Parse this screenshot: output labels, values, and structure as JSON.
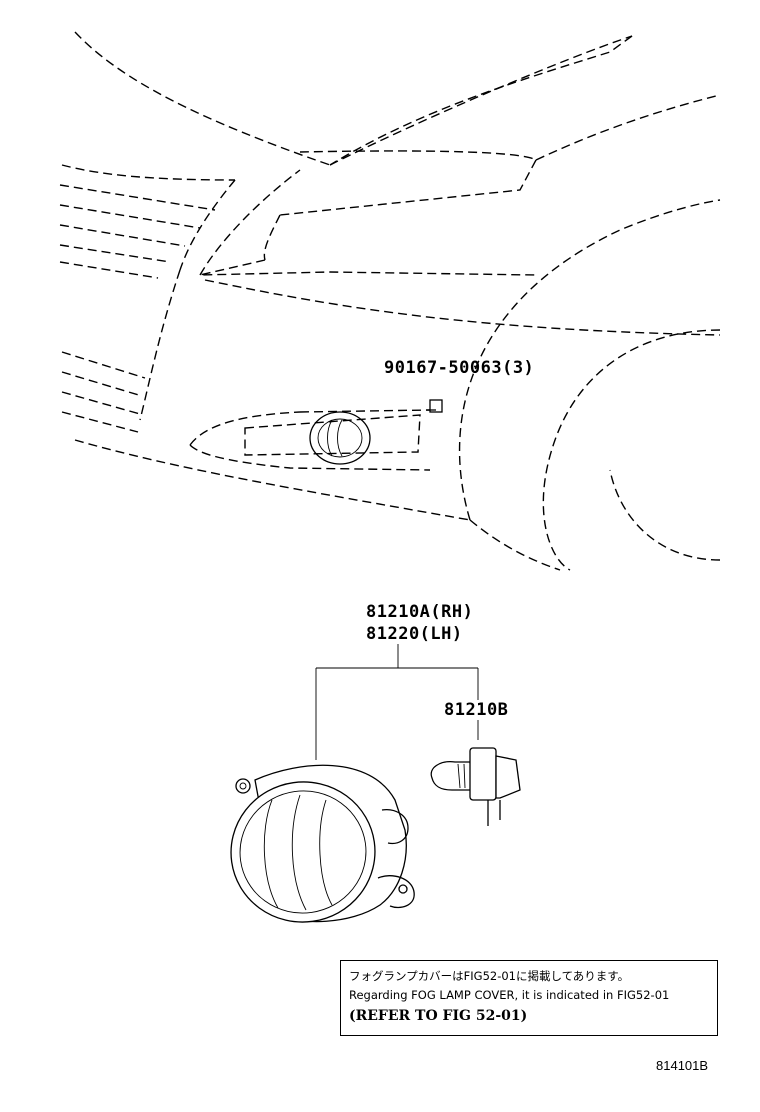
{
  "parts": {
    "bolt": "90167-50063(3)",
    "fog_lamp_rh": "81210A(RH)",
    "fog_lamp_lh": "81220(LH)",
    "bulb": "81210B"
  },
  "note": {
    "line_jp": "フォグランプカバーはFIG52-01に掲載してあります。",
    "line_en": "Regarding FOG LAMP COVER, it is indicated in FIG52-01",
    "line_ref": "(REFER TO FIG 52-01)"
  },
  "figure_code": "814101B"
}
